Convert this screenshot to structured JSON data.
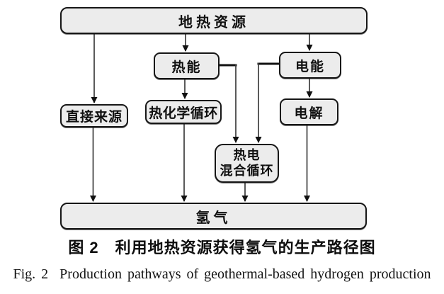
{
  "diagram": {
    "nodes": {
      "geothermal": {
        "label": "地热资源"
      },
      "thermal": {
        "label": "热能"
      },
      "electric": {
        "label": "电能"
      },
      "direct": {
        "label": "直接来源"
      },
      "thermochemical": {
        "label": "热化学循环"
      },
      "electrolysis": {
        "label": "电解"
      },
      "hybrid": {
        "label": "热电\n混合循环"
      },
      "hydrogen": {
        "label": "氢气"
      }
    },
    "colors": {
      "node_fill": "#ececec",
      "node_border": "#161616",
      "connector_thin": "#3d3d3d",
      "connector_bold": "#111111",
      "arrowhead": "#111111"
    }
  },
  "caption": {
    "zh": "图 2　利用地热资源获得氢气的生产路径图",
    "en": "Fig. 2  Production pathways of geothermal-based hydrogen production"
  }
}
